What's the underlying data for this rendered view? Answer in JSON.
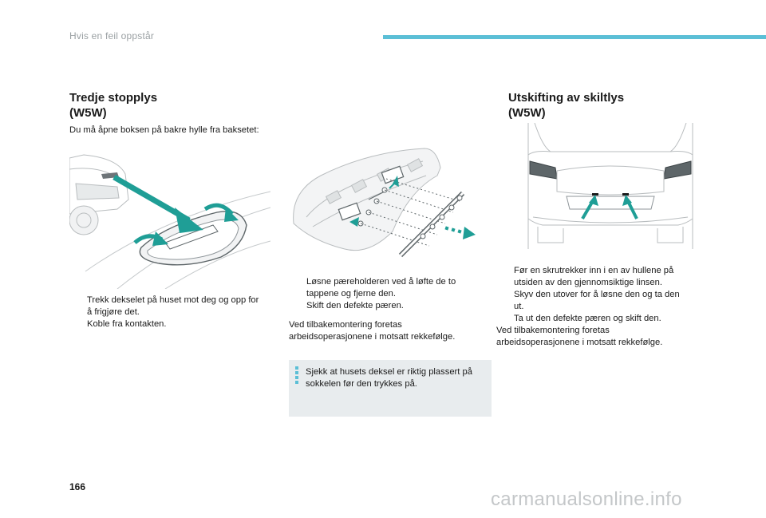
{
  "header": {
    "section_title": "Hvis en feil oppstår"
  },
  "left": {
    "title_line1": "Tredje stopplys",
    "title_line2": "(W5W)",
    "intro": "Du må åpne boksen på bakre hylle fra baksetet:",
    "steps": [
      {
        "marker": "",
        "line1": "Trekk dekselet på huset mot deg og opp for",
        "line2": "å frigjøre det."
      },
      {
        "marker": "",
        "line1": "Koble fra kontakten."
      }
    ]
  },
  "middle": {
    "steps": [
      {
        "marker": "",
        "line1": "Løsne pæreholderen ved å løfte de to",
        "line2": "tappene og fjerne den."
      },
      {
        "marker": "",
        "line1": "Skift den defekte pæren."
      }
    ],
    "refit_line1": "Ved tilbakemontering foretas",
    "refit_line2": "arbeidsoperasjonene i motsatt rekkefølge.",
    "note_line1": "Sjekk at husets deksel er riktig plassert på",
    "note_line2": "sokkelen før den trykkes på."
  },
  "right": {
    "title_line1": "Utskifting av skiltlys",
    "title_line2": "(W5W)",
    "steps": [
      {
        "marker": "",
        "line1": "Før en skrutrekker inn i en av hullene på",
        "line2": "utsiden av den gjennomsiktige linsen."
      },
      {
        "marker": "",
        "line1": "Skyv den utover for å løsne den og ta den",
        "line2": "ut."
      },
      {
        "marker": "",
        "line1": "Ta ut den defekte pæren og skift den."
      }
    ],
    "refit_line1": "Ved tilbakemontering foretas",
    "refit_line2": "arbeidsoperasjonene i motsatt rekkefølge."
  },
  "footer": {
    "page_number": "166",
    "watermark": "carmanualsonline.info"
  },
  "colors": {
    "accent": "#5bbfd6",
    "arrow": "#1f9e96",
    "note_bg": "#e8ecee"
  }
}
